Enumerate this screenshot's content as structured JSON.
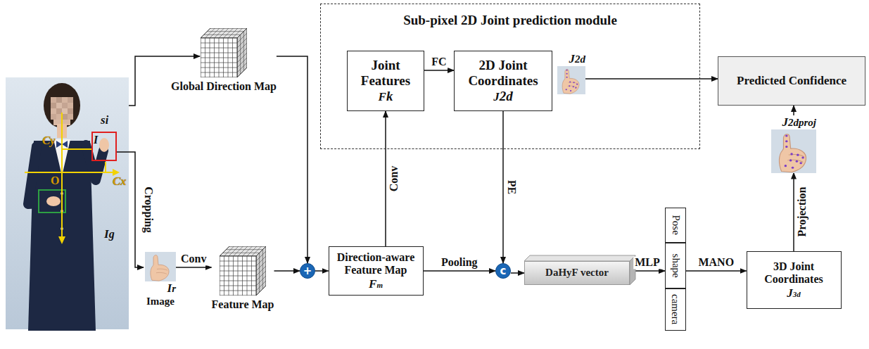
{
  "diagram": {
    "nodes": [
      {
        "text": [
          "Sub-pixel 2D Joint prediction module"
        ]
      },
      {
        "text": [
          "Joint Features",
          "Fk"
        ],
        "in": 0
      },
      {
        "text": [
          "2D Joint Coordinates",
          "J2d"
        ],
        "in": 0
      },
      {
        "text": [
          "J2d"
        ],
        "in": 0
      },
      {
        "text": [
          "Predicted Confidence"
        ]
      },
      {
        "text": [
          "Global Direction Map"
        ]
      },
      {
        "text": [
          "Ir",
          "Image"
        ]
      },
      {
        "text": [
          "Feature Map"
        ]
      },
      {
        "text": [
          "+"
        ]
      },
      {
        "text": [
          "Direction-aware Feature Map",
          "Fm"
        ]
      },
      {
        "text": [
          "c"
        ]
      },
      {
        "text": [
          "DaHyF vector"
        ]
      },
      {
        "text": [
          "Pose"
        ]
      },
      {
        "text": [
          "shape"
        ]
      },
      {
        "text": [
          "camera"
        ]
      },
      {
        "text": [
          "3D Joint Coordinates",
          "J3d"
        ]
      },
      {
        "text": [
          "J2dproj"
        ]
      }
    ],
    "edges": [
      {
        "from": 1,
        "to": 2,
        "label": "FC",
        "arrow": "to"
      },
      {
        "from": 3,
        "to": 4,
        "arrow": "to"
      },
      {
        "from": 5,
        "to": 8,
        "arrow": "to"
      },
      {
        "from": 6,
        "to": 7,
        "label": "Conv",
        "arrow": "to"
      },
      {
        "from": 7,
        "to": 8,
        "arrow": "to"
      },
      {
        "from": 8,
        "to": 9,
        "arrow": "to"
      },
      {
        "from": 9,
        "to": 1,
        "label": "Conv",
        "arrow": "to"
      },
      {
        "from": 9,
        "to": 10,
        "label": "Pooling",
        "arrow": "to"
      },
      {
        "from": 2,
        "to": 10,
        "label": "PE",
        "arrow": "to"
      },
      {
        "from": 10,
        "to": 11,
        "arrow": "to"
      },
      {
        "from": 11,
        "to": 13,
        "label": "MLP",
        "arrow": "to"
      },
      {
        "from": 13,
        "to": 15,
        "label": "MANO",
        "arrow": "to"
      },
      {
        "from": 15,
        "to": 16,
        "label": "Projection",
        "arrow": "to"
      },
      {
        "from": 16,
        "to": 4,
        "arrow": "to"
      }
    ],
    "labels": [
      "si",
      "I",
      "Cy",
      "Cx",
      "O",
      "Ig",
      "Cropping"
    ]
  }
}
